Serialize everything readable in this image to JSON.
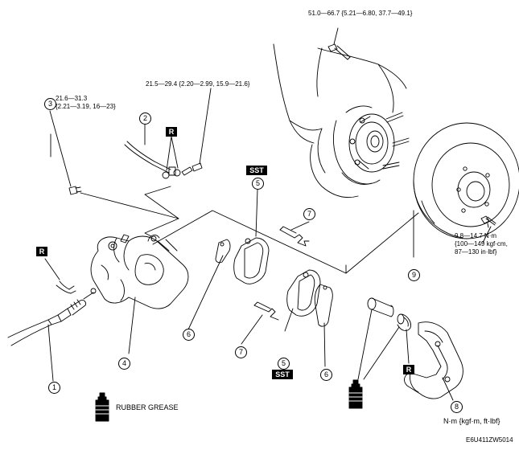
{
  "torque_specs": {
    "hub_bolt": "51.0—66.7 {5.21—6.80, 37.7—49.1}",
    "hose_bolt": "21.5—29.4 {2.20—2.99, 15.9—21.6}",
    "bleeder_line1": "21.6—31.3",
    "bleeder_line2": "{2.21—3.19, 16—23}",
    "screw_line1": "9.8—14.7 N·m",
    "screw_line2": "{100—149 kgf·cm,",
    "screw_line3": "87—130 in·lbf}"
  },
  "callouts": {
    "n1": "1",
    "n2": "2",
    "n3": "3",
    "n4": "4",
    "n5a": "5",
    "n5b": "5",
    "n6a": "6",
    "n6b": "6",
    "n7a": "7",
    "n7b": "7",
    "n8": "8",
    "n9": "9"
  },
  "tags": {
    "replace": "R",
    "sst": "SST"
  },
  "legend": {
    "rubber_grease": "RUBBER GREASE",
    "units": "N·m {kgf·m, ft·lbf}"
  },
  "figure_code": "E6U411ZW5014",
  "colors": {
    "line": "#000000",
    "background": "#ffffff"
  }
}
